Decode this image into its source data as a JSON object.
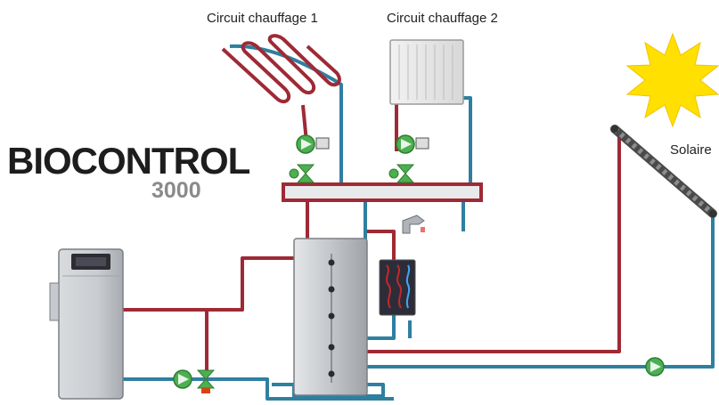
{
  "labels": {
    "circuit1": "Circuit chauffage 1",
    "circuit2": "Circuit chauffage 2",
    "solar": "Solaire"
  },
  "logo": {
    "brand": "BIOCONTROL",
    "model": "3000"
  },
  "colors": {
    "hot_pipe": "#9e2a35",
    "cold_pipe": "#2f7fa0",
    "pump_green": "#4caf50",
    "sun_yellow": "#ffe000",
    "tank_gray": "#bfc2c6"
  }
}
